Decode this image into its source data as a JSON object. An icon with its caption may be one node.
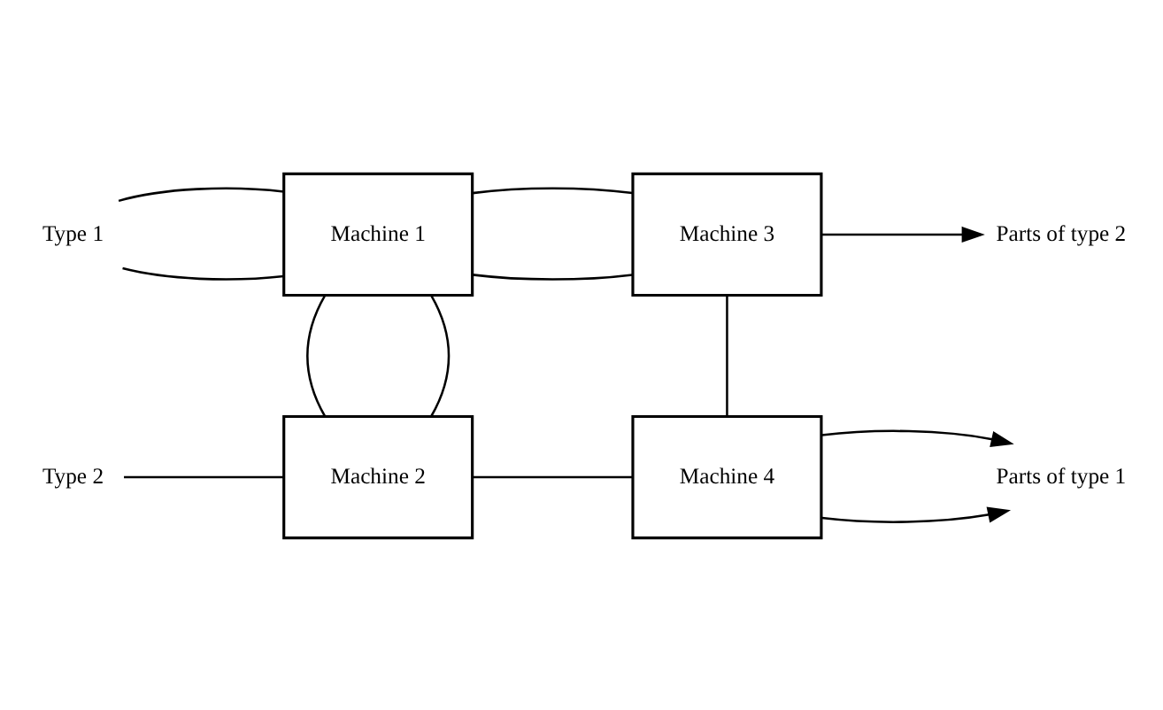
{
  "diagram": {
    "nodes": [
      {
        "text": [
          "Type 1"
        ]
      },
      {
        "text": [
          "Type 2"
        ]
      },
      {
        "text": [
          "Machine 1"
        ]
      },
      {
        "text": [
          "Machine 2"
        ]
      },
      {
        "text": [
          "Machine 3"
        ]
      },
      {
        "text": [
          "Machine 4"
        ]
      },
      {
        "text": [
          "Parts of type 2"
        ]
      },
      {
        "text": [
          "Parts of type 1"
        ]
      }
    ],
    "edges": [
      {
        "from": 0,
        "to": 2,
        "arrow": "none"
      },
      {
        "from": 2,
        "to": 4,
        "arrow": "none"
      },
      {
        "from": 4,
        "to": 5,
        "arrow": "none"
      },
      {
        "from": 5,
        "to": 7,
        "arrow": "to"
      },
      {
        "from": 0,
        "to": 2,
        "arrow": "none"
      },
      {
        "from": 2,
        "to": 3,
        "arrow": "none"
      },
      {
        "from": 3,
        "to": 5,
        "arrow": "none"
      },
      {
        "from": 5,
        "to": 7,
        "arrow": "to"
      },
      {
        "from": 1,
        "to": 3,
        "arrow": "none"
      },
      {
        "from": 3,
        "to": 2,
        "arrow": "none"
      },
      {
        "from": 2,
        "to": 4,
        "arrow": "none"
      },
      {
        "from": 4,
        "to": 6,
        "arrow": "to"
      }
    ]
  }
}
